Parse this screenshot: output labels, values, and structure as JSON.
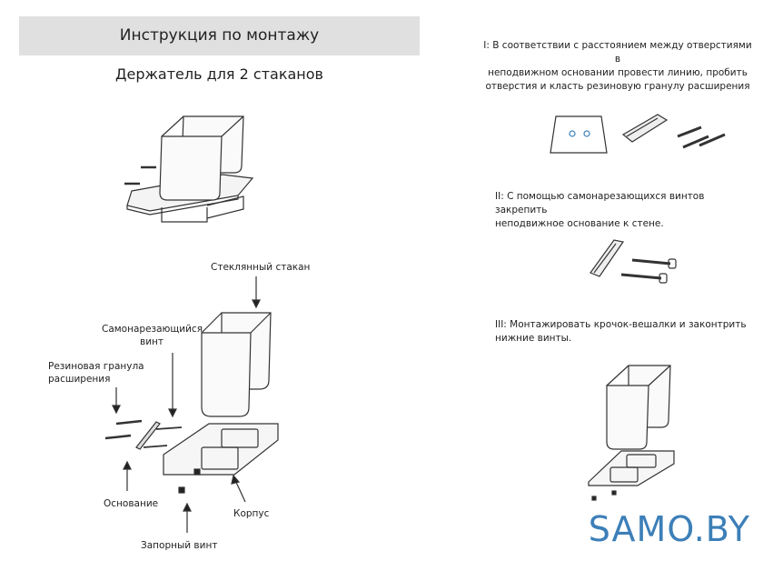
{
  "header": {
    "title": "Инструкция по монтажу"
  },
  "product": {
    "subtitle": "Держатель для 2 стаканов"
  },
  "labels": {
    "glass": "Стеклянный стакан",
    "screw_line1": "Самонарезающийся",
    "screw_line2": "винт",
    "anchor_line1": "Резиновая гранула",
    "anchor_line2": "расширения",
    "base": "Основание",
    "body": "Корпус",
    "locking_screw": "Запорный винт"
  },
  "steps": [
    {
      "lines": [
        "I: В соответствии с расстоянием между отверстиями в",
        "неподвижном основании провести линию, пробить",
        "отверстия и класть резиновую гранулу расширения"
      ]
    },
    {
      "lines": [
        "II: С помощью самонарезающихся винтов закрепить",
        "неподвижное основание к стене."
      ]
    },
    {
      "lines": [
        "III: Монтажировать крочок-вешалки и законтрить",
        "нижние винты."
      ]
    }
  ],
  "brand": {
    "text": "SAMO.BY",
    "color": "#3d7fb8"
  }
}
